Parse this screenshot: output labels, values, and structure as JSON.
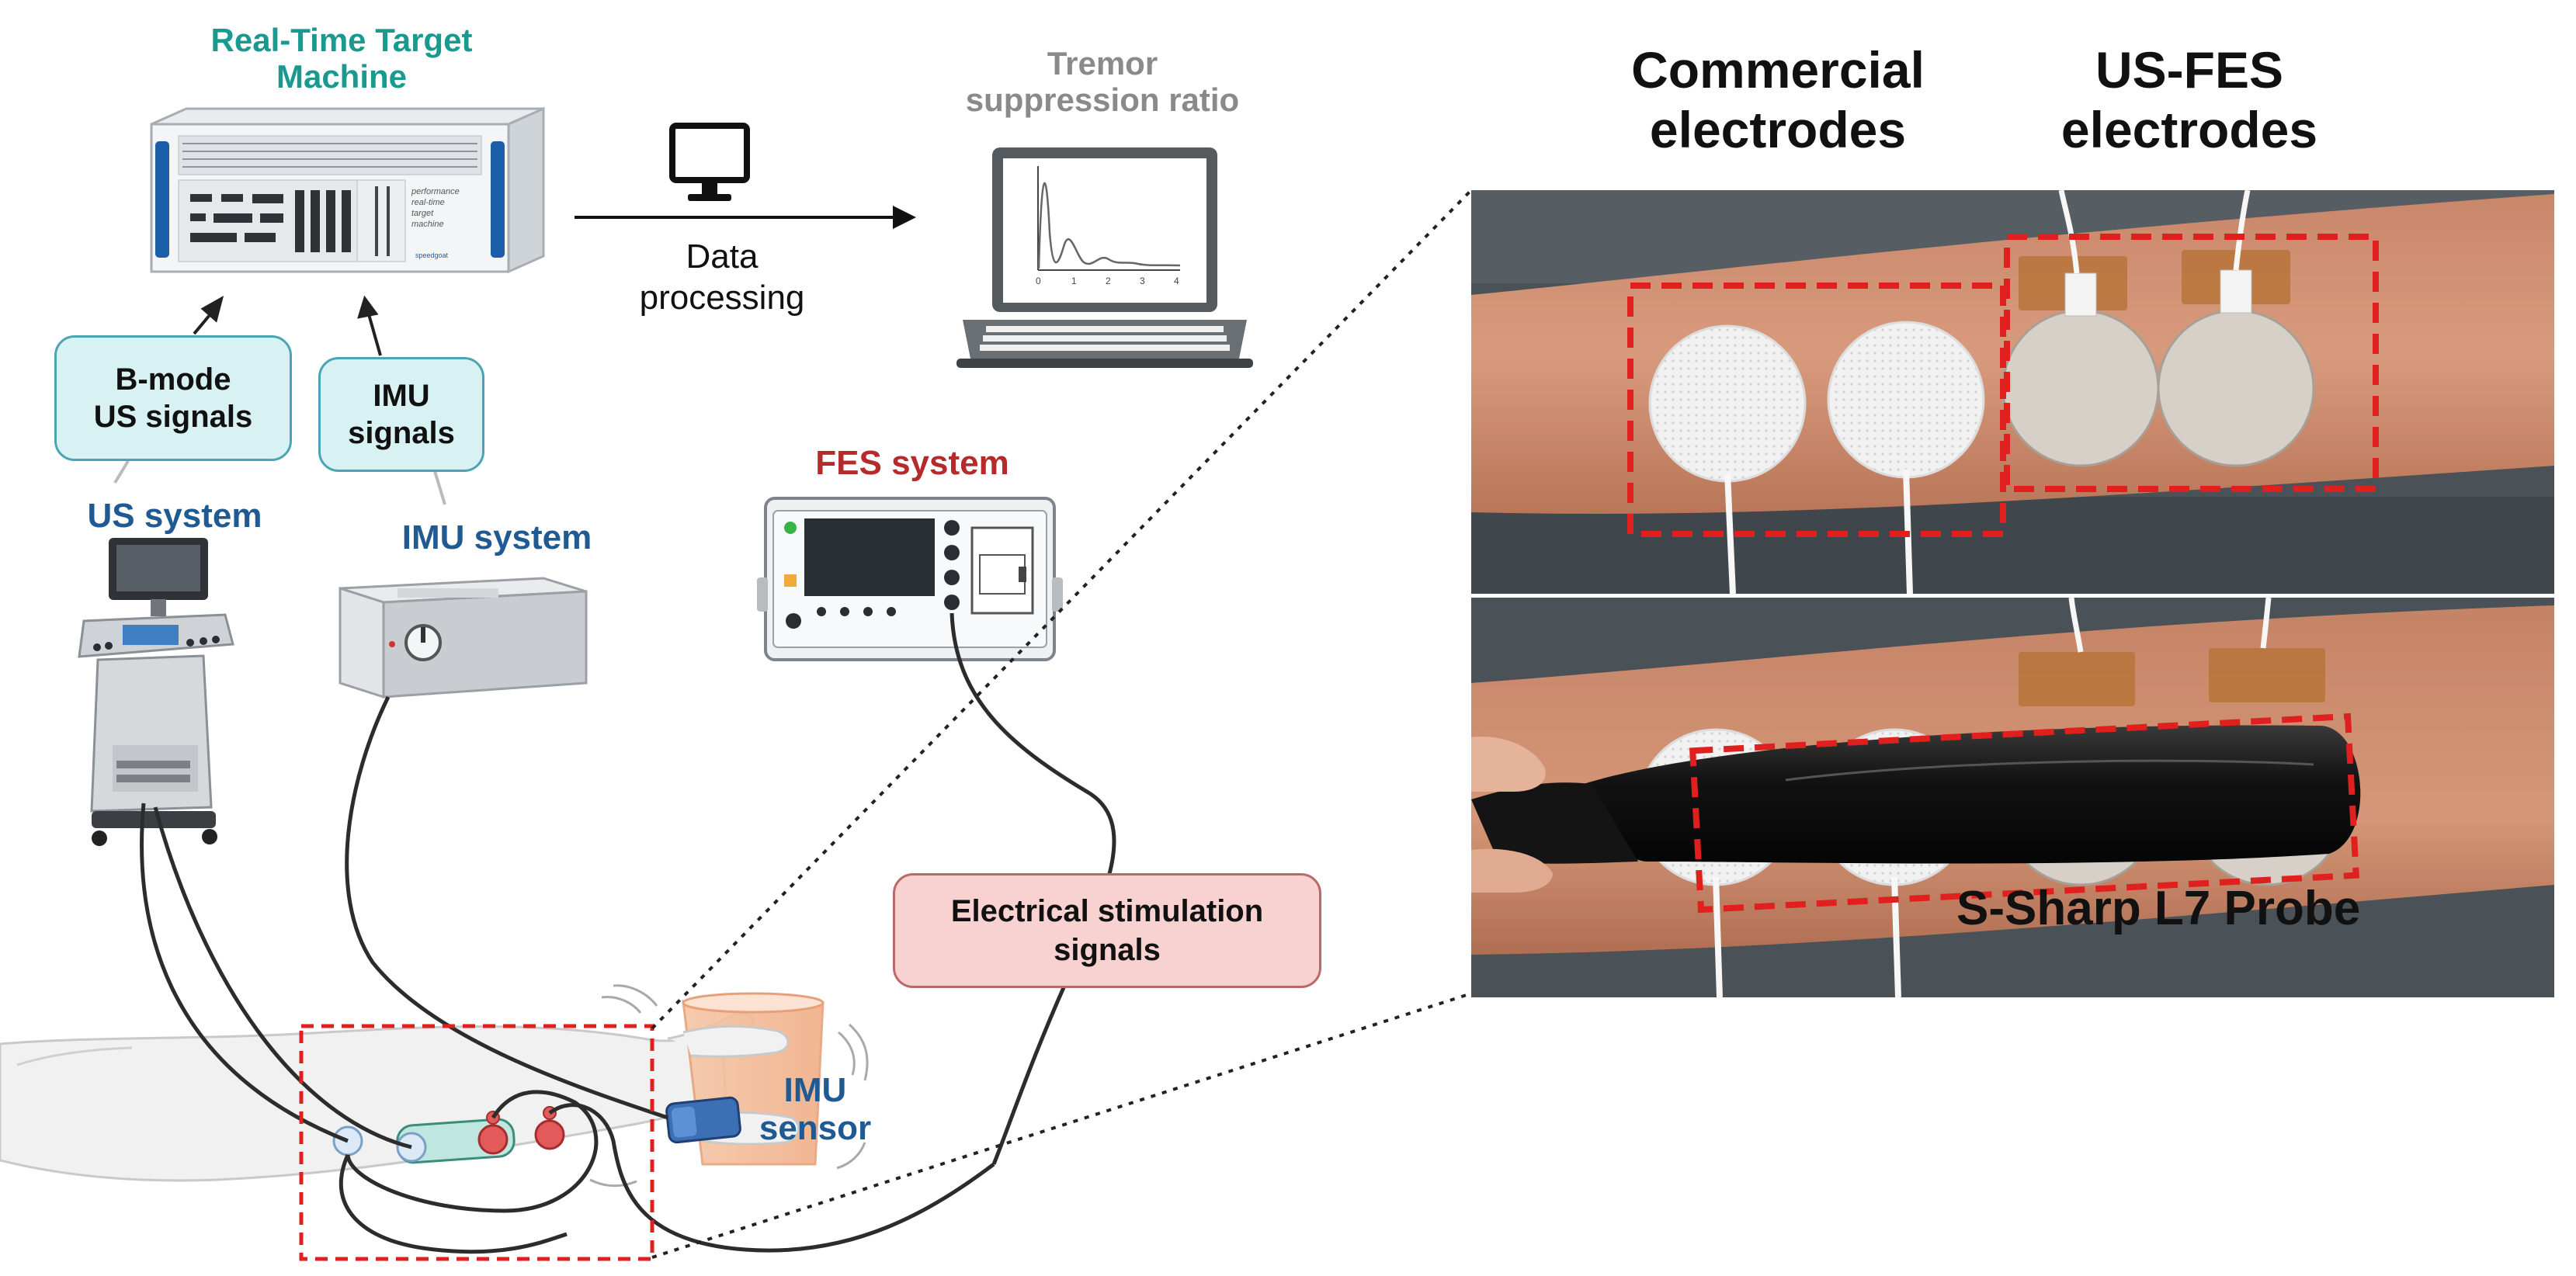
{
  "labels": {
    "real_time_target": "Real-Time Target\nMachine",
    "tremor_ratio": "Tremor\nsuppression ratio",
    "data_processing": "Data\nprocessing",
    "bmode_signals": "B-mode\nUS signals",
    "imu_signals": "IMU\nsignals",
    "us_system": "US system",
    "imu_system": "IMU system",
    "fes_system": "FES system",
    "electrical_stim": "Electrical stimulation\nsignals",
    "imu_sensor": "IMU\nsensor",
    "commercial_electrodes": "Commercial\nelectrodes",
    "usfes_electrodes": "US-FES\nelectrodes",
    "probe": "S-Sharp L7 Probe"
  },
  "machine_text": "performance\nreal-time\ntarget\nmachine",
  "machine_brand": "speedgoat",
  "plot_ticks": [
    "0",
    "1",
    "2",
    "3",
    "4"
  ],
  "colors": {
    "teal": "#1a9a8f",
    "navy": "#1f5a93",
    "red": "#b52a2a",
    "grey": "#8a8a8a",
    "pill_fill": "#d8f1f3",
    "pill_stroke": "#4aa4b4",
    "stim_fill": "#f7d2d0",
    "dash_red": "#e01f1f"
  },
  "icons": [
    "monitor-icon",
    "laptop-icon",
    "arrow-right-icon",
    "arrow-up-icon"
  ]
}
